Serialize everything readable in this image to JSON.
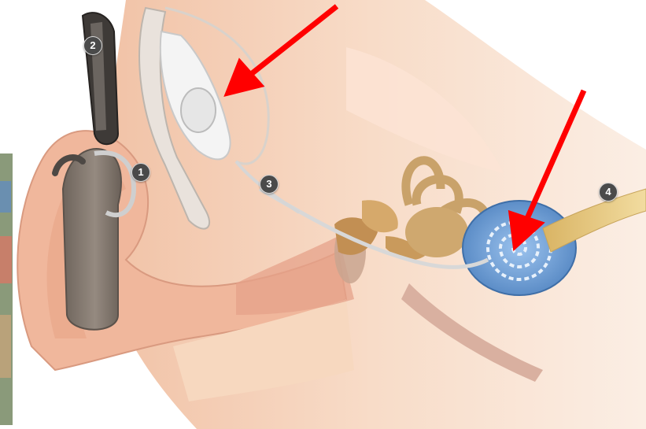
{
  "diagram": {
    "callouts": [
      {
        "label": "1"
      },
      {
        "label": "2"
      },
      {
        "label": "3"
      },
      {
        "label": "4"
      }
    ]
  },
  "colors": {
    "skin": "#f3c9b0",
    "skin_shadow": "#e0a58c",
    "cochlea": "#6f9ed3",
    "ossicle": "#c9a26a",
    "nerve": "#e6c77d",
    "processor": "#7d7168",
    "implant": "#f2f2f2",
    "arrow": "#ff0000"
  }
}
